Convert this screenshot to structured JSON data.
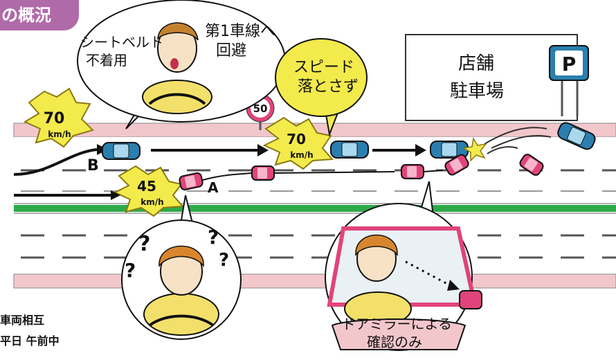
{
  "title": "の概況",
  "bubbles": {
    "seatbelt": "シートベルト\n不着用",
    "evade": "第1車線へ\n回避",
    "speed": "スピード\n落とさず",
    "mirror": "ドアミラーによる\n確認のみ"
  },
  "speeds": {
    "b_start": "70\nkm/h",
    "b_mid": "70\nkm/h",
    "a_start": "45\nkm/h"
  },
  "vehicle_labels": {
    "a": "A",
    "b": "B"
  },
  "speed_sign": "50",
  "shop_sign": "店舗\n駐車場",
  "parking_sign": "P",
  "notes": [
    "車両相互",
    "平日 午前中"
  ],
  "colors": {
    "sidewalk": "#f2c7cc",
    "median": "#2eaa4a",
    "car_blue": "#2a7fb0",
    "car_pink": "#e0447a",
    "burst": "#f3ea4c",
    "badge": "#b06aa8"
  }
}
